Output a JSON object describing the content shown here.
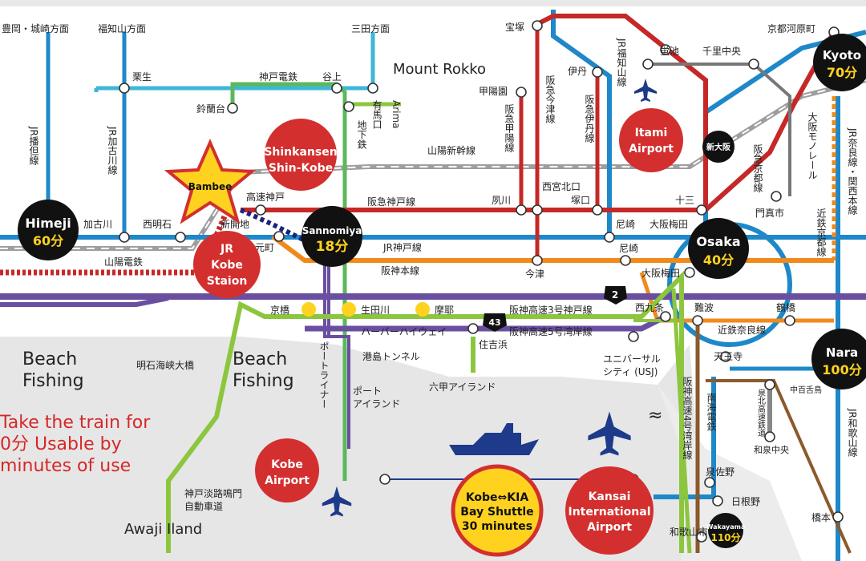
{
  "colors": {
    "jr_blue": "#1e88c9",
    "hankyu_red": "#c62828",
    "hanshin_orange": "#f08a1c",
    "expressway_purple": "#6a4fa0",
    "green": "#8cc63f",
    "cyan": "#3fb6d8",
    "shinkansen_gray": "#b0b0b0",
    "brown": "#8b5a2b",
    "hub_black": "#111111",
    "hub_red": "#d32f2f",
    "highlight_yellow": "#ffd21f"
  },
  "direction_labels": {
    "toyooka": "豊岡・城崎方面",
    "fukuchiyama": "福知山方面",
    "sanda": "三田方面"
  },
  "area_labels": {
    "mount_rokko": "Mount Rokko",
    "beach_fishing_1a": "Beach",
    "beach_fishing_1b": "Fishing",
    "beach_fishing_2a": "Beach",
    "beach_fishing_2b": "Fishing",
    "awaji": "Awaji Iland",
    "wave": "≈"
  },
  "promo": {
    "line1": "Take the train for",
    "line2": "0分 Usable by",
    "line3": "minutes of use"
  },
  "hubs": {
    "himeji": {
      "name": "Himeji",
      "time": "60分"
    },
    "sannomiya": {
      "name": "Sannomiya",
      "time": "18分"
    },
    "osaka": {
      "name": "Osaka",
      "time": "40分"
    },
    "kyoto": {
      "name": "Kyoto",
      "time": "70分"
    },
    "nara": {
      "name": "Nara",
      "time": "100分"
    },
    "wakayama": {
      "name": "Wakayama",
      "time": "110分"
    },
    "shin_osaka": {
      "name": "新大阪"
    },
    "shin_kobe": {
      "line1": "Shinkansen",
      "line2": "Shin-Kobe"
    },
    "jr_kobe": {
      "line1": "JR",
      "line2": "Kobe",
      "line3": "Staion"
    },
    "itami": {
      "line1": "Itami",
      "line2": "Airport"
    },
    "kobe_airport": {
      "line1": "Kobe",
      "line2": "Airport"
    },
    "kansai": {
      "line1": "Kansai",
      "line2": "International",
      "line3": "Airport"
    },
    "bambee": {
      "name": "Bambee"
    },
    "shuttle": {
      "line1": "Kobe⇔KIA",
      "line2": "Bay Shuttle",
      "line3": "30 minutes"
    }
  },
  "route_signs": {
    "r2": "2",
    "r43": "43"
  },
  "line_labels": {
    "jr_bantan": "JR播但線",
    "jr_kakogawa": "JR加古川線",
    "kobe_dentetsu": "神戸電鉄",
    "sanyo_shinkansen": "山陽新幹線",
    "hankyu_kobe": "阪急神戸線",
    "jr_kobe": "JR神戸線",
    "hanshin_main": "阪神本線",
    "sanyo_dentetsu": "山陽電鉄",
    "hanshin_exp3": "阪神高速3号神戸線",
    "hanshin_exp5": "阪神高速5号湾岸線",
    "harbor_hwy": "ハーバーハイウェイ",
    "port_liner": "ポートライナー",
    "minatojima_tunnel": "港島トンネル",
    "akashi_bridge": "明石海峡大橋",
    "awaji_naruto": "神戸淡路鳴門",
    "awaji_naruto2": "自動車道",
    "arima": "有馬口",
    "chikatetsu": "地下鉄",
    "hankyu_imazu": "阪急今津線",
    "hankyu_koyo": "阪急甲陽線",
    "hankyu_itami": "阪急伊丹線",
    "jr_fukuchiyama": "JR福知山線",
    "osaka_monorail": "大阪モノレール",
    "hankyu_kyoto": "阪急京都線",
    "jr_nara": "JR奈良線・関西本線",
    "kintetsu_kyoto": "近鉄京都線",
    "kintetsu_nara": "近鉄奈良線",
    "hanshin_exp4": "阪神高速4号湾岸線",
    "nankai": "南海電鉄",
    "senboku": "泉北高速鉄道",
    "jr_wakayama": "JR和歌山線",
    "arima_vertical": "Arima",
    "rokko_island": "六甲アイランド",
    "port_island_a": "ポート",
    "port_island_b": "アイランド",
    "usj_a": "ユニバーサル",
    "usj_b": "シティ (USJ)"
  },
  "stations": {
    "kurisu": "栗生",
    "suzurandai": "鈴蘭台",
    "tanigami": "谷上",
    "kakogawa": "加古川",
    "nishiakashi": "西明石",
    "kosoku_kobe": "高速神戸",
    "shinkaichi": "新開地",
    "motomachi": "元町",
    "kyobashi": "京橋",
    "ikutagawa": "生田川",
    "maya": "摩耶",
    "sumiyoshihama": "住吉浜",
    "shukugawa": "夙川",
    "nishinomiya_kitaguchi": "西宮北口",
    "tsukaguchi": "塚口",
    "amagasaki1": "尼崎",
    "amagasaki2": "尼崎",
    "imazu": "今津",
    "osaka_umeda1": "大阪梅田",
    "osaka_umeda2": "大阪梅田",
    "juso": "十三",
    "nishikujo": "西九条",
    "namba": "難波",
    "tsuruhashi": "鶴橋",
    "tennoji": "天王寺",
    "nakamozu": "中百舌鳥",
    "izumichuo": "和泉中央",
    "izumisano": "泉佐野",
    "hineno": "日根野",
    "wakayamashi": "和歌山市",
    "hashimoto": "橋本",
    "takarazuka": "宝塚",
    "koyoen": "甲陽園",
    "itami": "伊丹",
    "hotarugaike": "蛍池",
    "senrichuo": "千里中央",
    "kyoto_kawaramachi": "京都河原町",
    "kadoma": "門真市"
  }
}
